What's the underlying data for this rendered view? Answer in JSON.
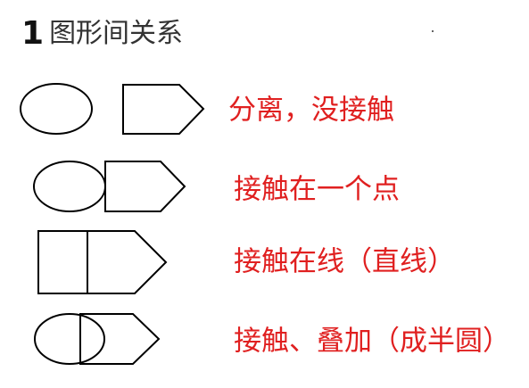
{
  "title": {
    "number": "1",
    "text": "图形间关系"
  },
  "colors": {
    "label": "#e02020",
    "stroke": "#000000",
    "title": "#333333"
  },
  "relations": [
    {
      "label": "分离，没接触"
    },
    {
      "label": "接触在一个点"
    },
    {
      "label": "接触在线（直线）"
    },
    {
      "label": "接触、叠加（成半圆）"
    }
  ]
}
